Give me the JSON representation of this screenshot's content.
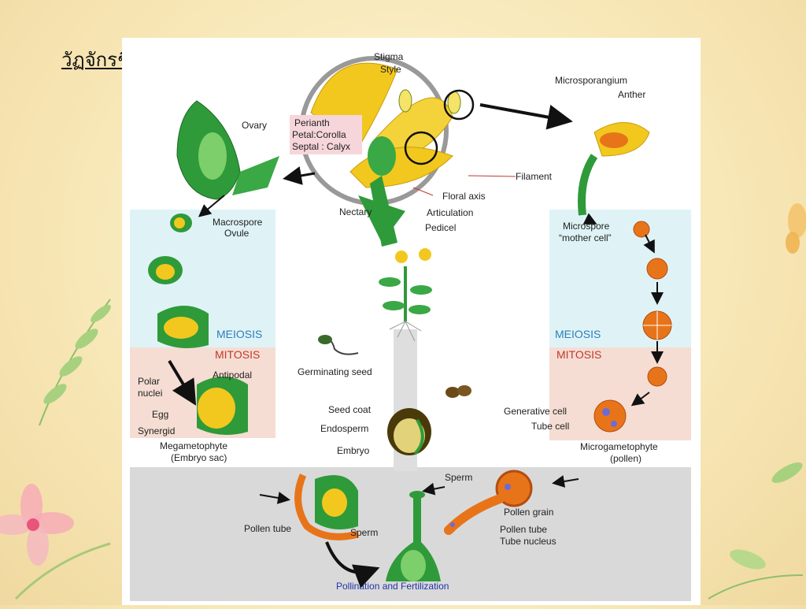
{
  "slide": {
    "title": "วัฏจักรชีวิตของพืช"
  },
  "diagram": {
    "flower_labels": {
      "stigma": "Stigma",
      "style": "Style",
      "perianth": "Perianth",
      "petal": "Petal:Corolla",
      "septal": "Septal : Calyx",
      "nectary": "Nectary",
      "floral_axis": "Floral axis",
      "articulation": "Articulation",
      "pedicel": "Pedicel",
      "filament": "Filament"
    },
    "ovary": "Ovary",
    "female_side": {
      "macrospore": "Macrospore",
      "ovule": "Ovule",
      "meiosis": "MEIOSIS",
      "mitosis": "MITOSIS",
      "polar": "Polar",
      "nuclei": "nuclei",
      "antipodal": "Antipodal",
      "egg": "Egg",
      "synergid": "Synergid",
      "megagametophyte": "Megametophyte",
      "embryo_sac": "(Embryo sac)"
    },
    "male_side": {
      "microsporangium": "Microsporangium",
      "anther": "Anther",
      "microspore": "Microspore",
      "mother_cell": "“mother cell”",
      "meiosis": "MEIOSIS",
      "mitosis": "MITOSIS",
      "generative": "Generative cell",
      "tube_cell": "Tube cell",
      "microgametophyte": "Microgametophyte",
      "pollen": "(pollen)"
    },
    "seed": {
      "germinating": "Germinating seed",
      "seed_coat": "Seed coat",
      "endosperm": "Endosperm",
      "embryo": "Embryo"
    },
    "pollination": {
      "pollen_tube_left": "Pollen tube",
      "sperm_left": "Sperm",
      "sperm_right": "Sperm",
      "pollen_grain": "Pollen grain",
      "pollen_tube_right": "Pollen tube",
      "tube_nucleus": "Tube nucleus",
      "caption": "Pollination and Fertilization"
    },
    "colors": {
      "meiosis_bg": "#dff3f7",
      "mitosis_bg": "#f6ddd3",
      "bottom_bg": "#d9d9d9",
      "green": "#2f9a3a",
      "yellow": "#f2c81e",
      "orange": "#e8521a",
      "meiosis_text": "#2b7fb8",
      "mitosis_text": "#c0392b"
    }
  }
}
